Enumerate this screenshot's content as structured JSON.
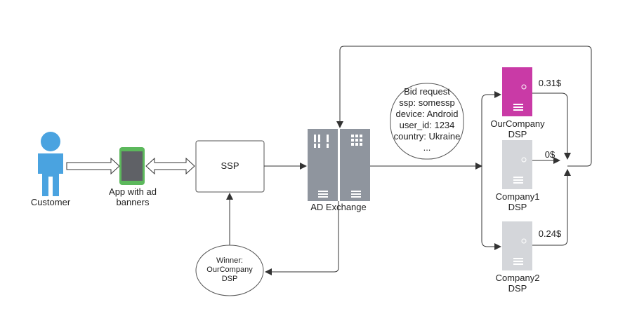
{
  "customer": {
    "label": "Customer"
  },
  "app": {
    "label_line1": "App with ad",
    "label_line2": "banners"
  },
  "ssp": {
    "label": "SSP"
  },
  "exchange": {
    "label": "AD Exchange"
  },
  "bid_request": {
    "lines": [
      "Bid request",
      "ssp: somessp",
      "device: Android",
      "user_id: 1234",
      "country: Ukraine",
      "..."
    ]
  },
  "winner": {
    "lines": [
      "Winner:",
      "OurCompany",
      "DSP"
    ]
  },
  "dsps": [
    {
      "name_line1": "OurCompany",
      "name_line2": "DSP",
      "bid": "0.31$",
      "color": "#c93aa6"
    },
    {
      "name_line1": "Company1",
      "name_line2": "DSP",
      "bid": "0$",
      "color": "#d4d6da"
    },
    {
      "name_line1": "Company2",
      "name_line2": "DSP",
      "bid": "0.24$",
      "color": "#d4d6da"
    }
  ],
  "colors": {
    "customer": "#4aa3e0",
    "phone_frame": "#5cb85c",
    "phone_screen": "#5f6166",
    "server": "#8f959e",
    "line": "#333333"
  }
}
